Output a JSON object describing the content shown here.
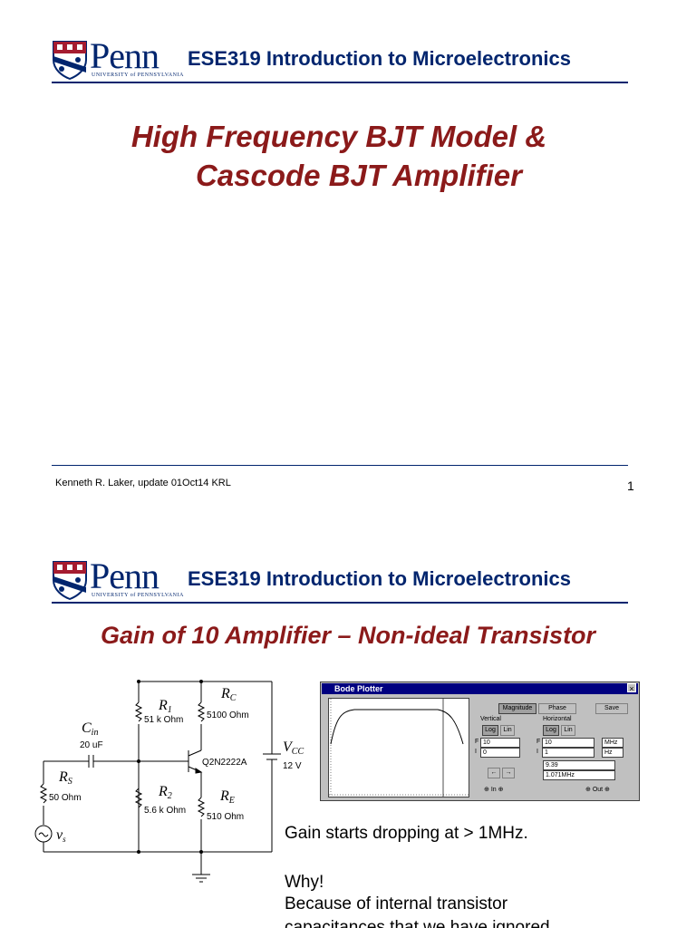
{
  "slide1": {
    "logo": {
      "word": "Penn",
      "subtitle": "UNIVERSITY of PENNSYLVANIA"
    },
    "course": "ESE319 Introduction to Microelectronics",
    "title_line1": "High Frequency BJT Model &",
    "title_line2": "Cascode BJT Amplifier",
    "footer": "Kenneth R. Laker, update 01Oct14 KRL",
    "page": "1"
  },
  "slide2": {
    "logo": {
      "word": "Penn",
      "subtitle": "UNIVERSITY of PENNSYLVANIA"
    },
    "course": "ESE319 Introduction to Microelectronics",
    "title": "Gain of 10 Amplifier – Non-ideal Transistor",
    "circuit": {
      "cin": "C",
      "cin_sub": "in",
      "cin_val": "20 uF",
      "r1": "R",
      "r1_sub": "1",
      "r1_val": "51 k Ohm",
      "r2": "R",
      "r2_sub": "2",
      "r2_val": "5.6 k Ohm",
      "rc": "R",
      "rc_sub": "C",
      "rc_val": "5100  Ohm",
      "re": "R",
      "re_sub": "E",
      "re_val": "510  Ohm",
      "rs": "R",
      "rs_sub": "S",
      "rs_val": "50  Ohm",
      "vcc": "V",
      "vcc_sub": "CC",
      "vcc_val": "12 V",
      "transistor": "Q2N2222A",
      "vs": "v",
      "vs_sub": "s"
    },
    "bode": {
      "title": "Bode Plotter",
      "close": "×",
      "magnitude": "Magnitude",
      "phase": "Phase",
      "save": "Save",
      "vertical": "Vertical",
      "horizontal": "Horizontal",
      "log": "Log",
      "lin": "Lin",
      "v_f_label": "F",
      "v_f": "10",
      "v_i_label": "I",
      "v_i": "0",
      "h_f_label": "F",
      "h_f": "10",
      "h_f_unit": "MHz",
      "h_i_label": "I",
      "h_i": "1",
      "h_i_unit": "Hz",
      "readout_val": "9.39",
      "readout_freq": "1.071MHz",
      "in_label": "In",
      "out_label": "Out"
    },
    "text_line1": "Gain starts dropping at > 1MHz.",
    "text_line2": "Why!",
    "text_line3": "Because of internal transistor",
    "text_line4": "capacitances that we have ignored."
  },
  "colors": {
    "penn_blue": "#01256e",
    "title_red": "#8b1a1a"
  }
}
